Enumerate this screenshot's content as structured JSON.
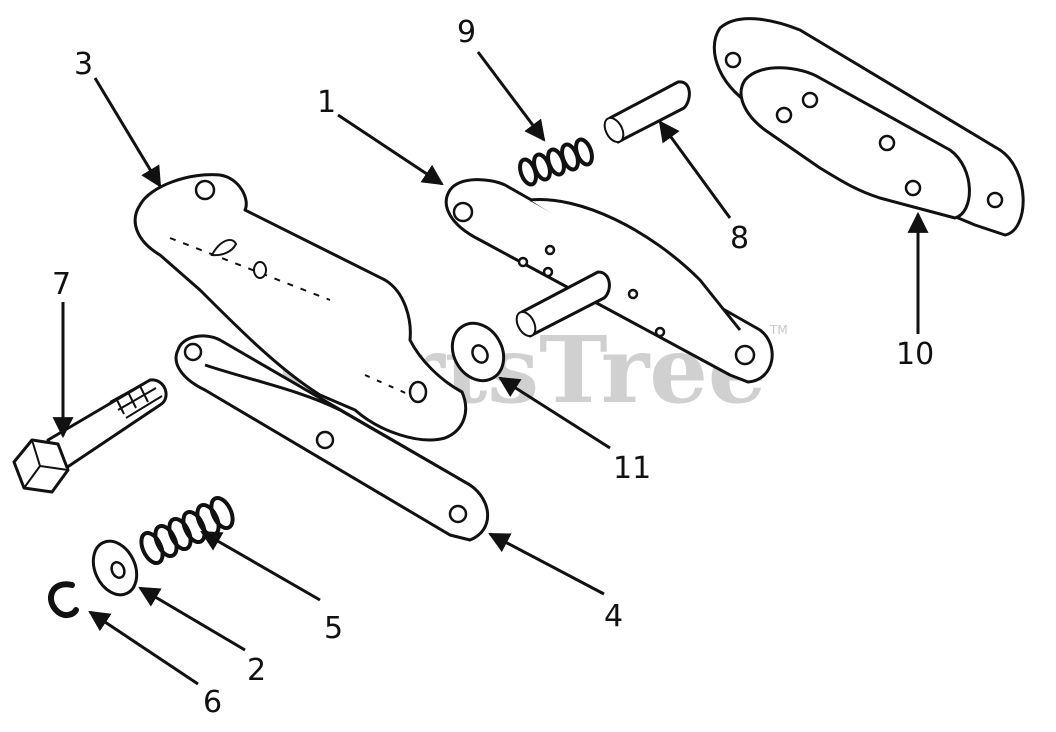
{
  "watermark": {
    "text": "PartsTree",
    "trademark": "TM"
  },
  "callouts": [
    {
      "label": "1"
    },
    {
      "label": "2"
    },
    {
      "label": "3"
    },
    {
      "label": "4"
    },
    {
      "label": "5"
    },
    {
      "label": "6"
    },
    {
      "label": "7"
    },
    {
      "label": "8"
    },
    {
      "label": "9"
    },
    {
      "label": "10"
    },
    {
      "label": "11"
    }
  ],
  "colors": {
    "ink": "#111111",
    "watermark": "#d0d0d0",
    "background": "#ffffff"
  }
}
